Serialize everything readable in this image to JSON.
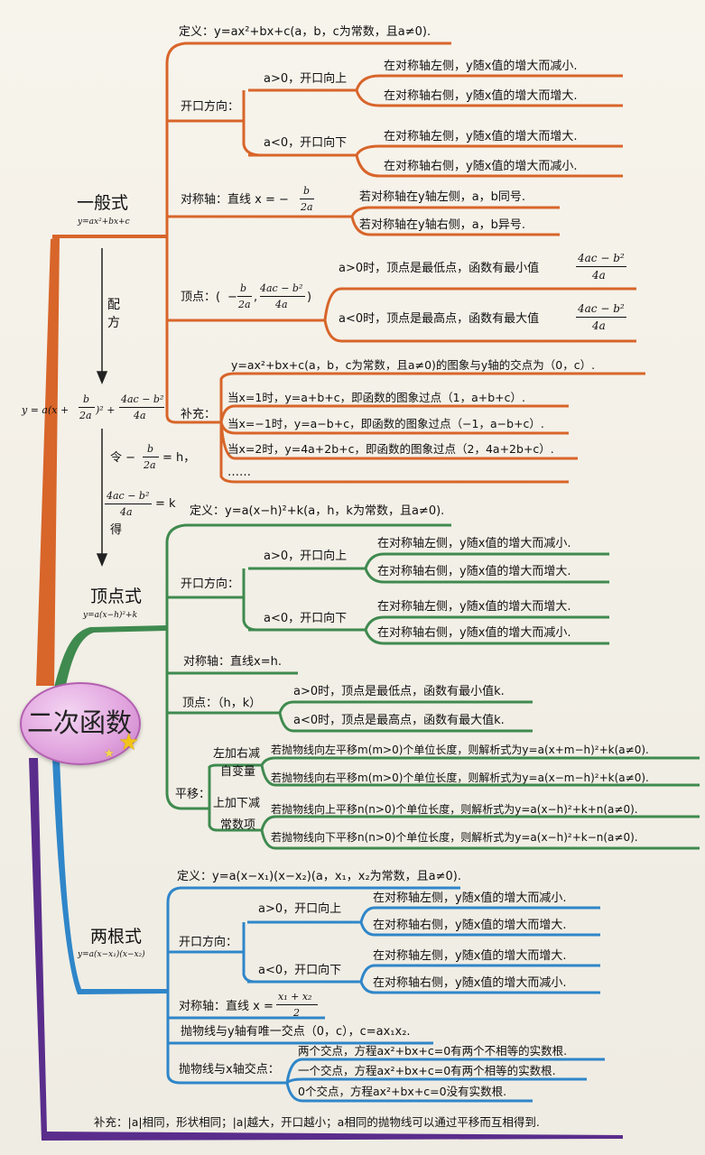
{
  "center": {
    "label": "二次函数"
  },
  "general": {
    "title": "一般式",
    "formula": "y=ax²+bx+c",
    "definition": "定义：y=ax²+bx+c(a，b，c为常数，且a≠0).",
    "opening_label": "开口方向：",
    "a_pos": "a>0，开口向上",
    "a_pos_left": "在对称轴左侧，y随x值的增大而减小.",
    "a_pos_right": "在对称轴右侧，y随x值的增大而增大.",
    "a_neg": "a<0，开口向下",
    "a_neg_left": "在对称轴左侧，y随x值的增大而增大.",
    "a_neg_right": "在对称轴右侧，y随x值的增大而减小.",
    "axis_label": "对称轴：直线 x = −",
    "axis_num": "b",
    "axis_den": "2a",
    "axis_left": "若对称轴在y轴左侧，a，b同号.",
    "axis_right": "若对称轴在y轴右侧，a，b异号.",
    "vertex_label": "顶点：(",
    "vertex_x_num": "b",
    "vertex_x_den": "2a",
    "vertex_y_num": "4ac − b²",
    "vertex_y_den": "4a",
    "vertex_pos": "a>0时，顶点是最低点，函数有最小值",
    "vertex_neg": "a<0时，顶点是最高点，函数有最大值",
    "vertex_val_num": "4ac − b²",
    "vertex_val_den": "4a",
    "supp_label": "补充：",
    "supp_1": "y=ax²+bx+c(a，b，c为常数，且a≠0)的图象与y轴的交点为（0，c）.",
    "supp_2": "当x=1时，y=a+b+c，即函数的图象过点（1，a+b+c）.",
    "supp_3": "当x=−1时，y=a−b+c，即函数的图象过点（−1，a−b+c）.",
    "supp_4": "当x=2时，y=4a+2b+c，即函数的图象过点（2，4a+2b+c）.",
    "supp_5": "……"
  },
  "transform": {
    "peifang": "配方",
    "vertex_formula_left": "y = a(x +",
    "vertex_formula_b": "b",
    "vertex_formula_2a": "2a",
    "vertex_formula_mid": ")² +",
    "vertex_formula_num": "4ac − b²",
    "vertex_formula_den": "4a",
    "ling": "令 −",
    "ling_num": "b",
    "ling_den": "2a",
    "ling_h": "= h，",
    "k_num": "4ac − b²",
    "k_den": "4a",
    "k_eq": "= k",
    "de": "得"
  },
  "vertex": {
    "title": "顶点式",
    "formula": "y=a(x−h)²+k",
    "definition": "定义：y=a(x−h)²+k(a，h，k为常数，且a≠0).",
    "opening_label": "开口方向：",
    "a_pos": "a>0，开口向上",
    "a_pos_left": "在对称轴左侧，y随x值的增大而减小.",
    "a_pos_right": "在对称轴右侧，y随x值的增大而增大.",
    "a_neg": "a<0，开口向下",
    "a_neg_left": "在对称轴左侧，y随x值的增大而增大.",
    "a_neg_right": "在对称轴右侧，y随x值的增大而减小.",
    "axis": "对称轴：直线x=h.",
    "vertex_label": "顶点：（h，k）",
    "vertex_pos": "a>0时，顶点是最低点，函数有最小值k.",
    "vertex_neg": "a<0时，顶点是最高点，函数有最大值k.",
    "shift_label": "平移：",
    "shift_x_1": "左加右减",
    "shift_x_2": "自变量",
    "shift_left": "若抛物线向左平移m(m>0)个单位长度，则解析式为y=a(x+m−h)²+k(a≠0).",
    "shift_right": "若抛物线向右平移m(m>0)个单位长度，则解析式为y=a(x−m−h)²+k(a≠0).",
    "shift_y_1": "上加下减",
    "shift_y_2": "常数项",
    "shift_up": "若抛物线向上平移n(n>0)个单位长度，则解析式为y=a(x−h)²+k+n(a≠0).",
    "shift_down": "若抛物线向下平移n(n>0)个单位长度，则解析式为y=a(x−h)²+k−n(a≠0)."
  },
  "roots": {
    "title": "两根式",
    "formula": "y=a(x−x₁)(x−x₂)",
    "definition": "定义：y=a(x−x₁)(x−x₂)(a，x₁，x₂为常数，且a≠0).",
    "opening_label": "开口方向：",
    "a_pos": "a>0，开口向上",
    "a_pos_left": "在对称轴左侧，y随x值的增大而减小.",
    "a_pos_right": "在对称轴右侧，y随x值的增大而增大.",
    "a_neg": "a<0，开口向下",
    "a_neg_left": "在对称轴左侧，y随x值的增大而增大.",
    "a_neg_right": "在对称轴右侧，y随x值的增大而减小.",
    "axis_label": "对称轴：直线 x =",
    "axis_num": "x₁ + x₂",
    "axis_den": "2",
    "y_intersect": "抛物线与y轴有唯一交点（0，c），c=ax₁x₂.",
    "x_intersect_label": "抛物线与x轴交点：",
    "x_two": "两个交点，方程ax²+bx+c=0有两个不相等的实数根.",
    "x_one": "一个交点，方程ax²+bx+c=0有两个相等的实数根.",
    "x_zero": "0个交点，方程ax²+bx+c=0没有实数根."
  },
  "footer": "补充：|a|相同，形状相同；|a|越大，开口越小；a相同的抛物线可以通过平移而互相得到.",
  "colors": {
    "orange": "#d8652a",
    "green": "#3f8a4f",
    "blue": "#2f86c9",
    "purple": "#5a2d8c",
    "pink": "#c77bc6",
    "star": "#f2c419"
  }
}
